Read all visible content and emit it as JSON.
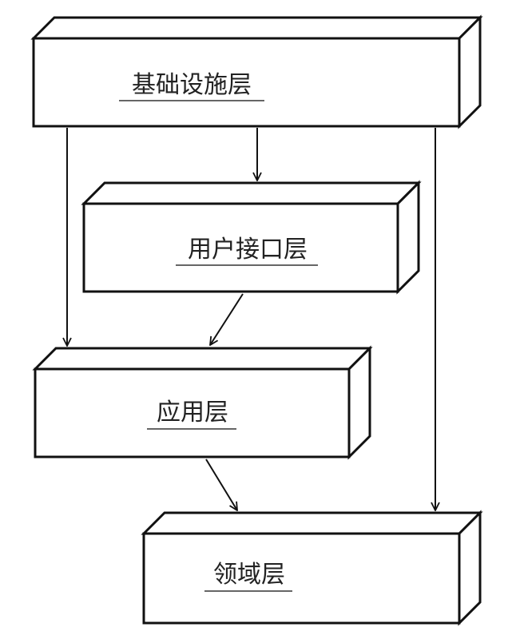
{
  "diagram": {
    "layers": {
      "infrastructure": "基础设施层",
      "user_interface": "用户接口层",
      "application": "应用层",
      "domain": "领域层"
    },
    "colors": {
      "stroke": "#111111",
      "box_fill": "#ffffff",
      "text": "#222222"
    }
  }
}
